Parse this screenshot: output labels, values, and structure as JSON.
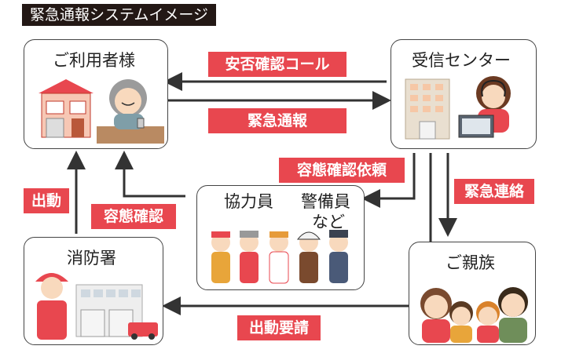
{
  "header": {
    "title": "緊急通報システムイメージ"
  },
  "nodes": {
    "user": {
      "title": "ご利用者様"
    },
    "center": {
      "title": "受信センター"
    },
    "helpers": {
      "title_a": "協力員",
      "title_b1": "警備員",
      "title_b2": "など"
    },
    "fire": {
      "title": "消防署"
    },
    "family": {
      "title": "ご親族"
    }
  },
  "flows": {
    "safety_call": "安否確認コール",
    "emergency_report": "緊急通報",
    "status_request": "容態確認依頼",
    "emergency_contact": "緊急連絡",
    "dispatch": "出動",
    "status_check": "容態確認",
    "dispatch_request": "出動要請"
  },
  "colors": {
    "accent": "#e8474f",
    "dark": "#231815",
    "line": "#333333"
  }
}
